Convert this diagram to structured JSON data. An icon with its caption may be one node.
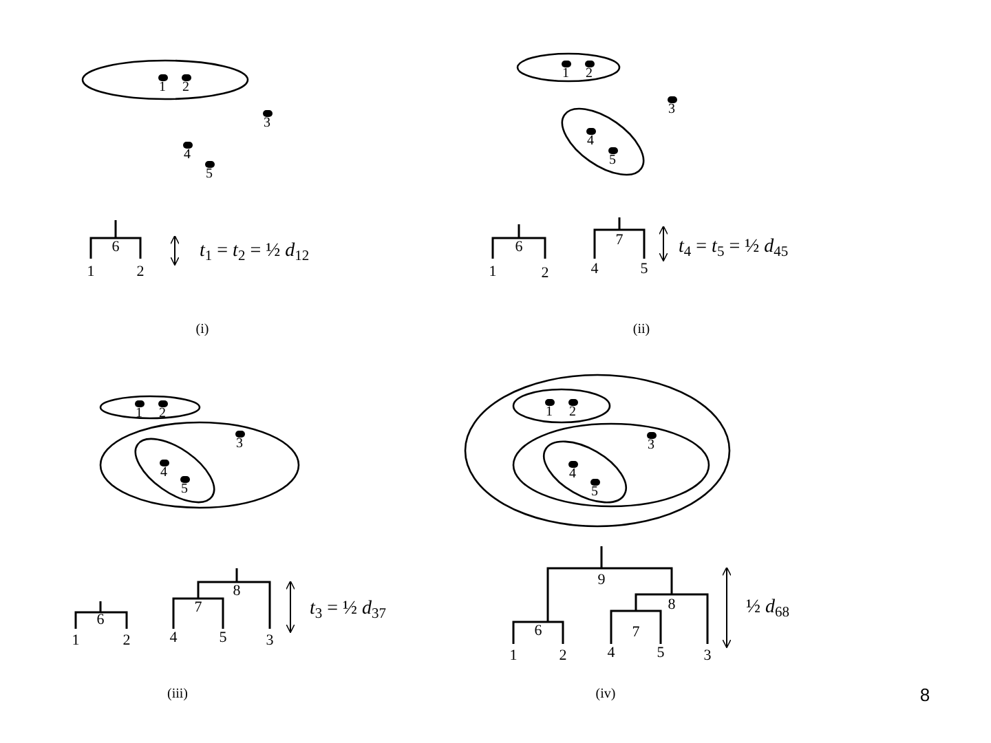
{
  "diagram": {
    "nodes": [
      {
        "text": [],
        "shape": "ellipse"
      },
      {
        "text": [
          "1"
        ],
        "in": 0
      },
      {
        "text": [
          "2"
        ],
        "in": 0
      },
      {
        "text": [
          "3"
        ]
      },
      {
        "text": [
          "4"
        ]
      },
      {
        "text": [
          "5"
        ]
      },
      {
        "text": [],
        "shape": "ellipse"
      },
      {
        "text": [
          "1"
        ],
        "in": 6
      },
      {
        "text": [
          "2"
        ],
        "in": 6
      },
      {
        "text": [
          "3"
        ]
      },
      {
        "text": [],
        "shape": "ellipse"
      },
      {
        "text": [
          "4"
        ],
        "in": 10
      },
      {
        "text": [
          "5"
        ],
        "in": 10
      },
      {
        "text": [],
        "shape": "ellipse"
      },
      {
        "text": [
          "1"
        ],
        "in": 13
      },
      {
        "text": [
          "2"
        ],
        "in": 13
      },
      {
        "text": [],
        "shape": "ellipse"
      },
      {
        "text": [
          "3"
        ],
        "in": 16
      },
      {
        "text": [],
        "shape": "ellipse",
        "in": 16
      },
      {
        "text": [
          "4"
        ],
        "in": 18
      },
      {
        "text": [
          "5"
        ],
        "in": 18
      },
      {
        "text": [],
        "shape": "ellipse"
      },
      {
        "text": [],
        "shape": "ellipse",
        "in": 21
      },
      {
        "text": [
          "1"
        ],
        "in": 22
      },
      {
        "text": [
          "2"
        ],
        "in": 22
      },
      {
        "text": [],
        "shape": "ellipse",
        "in": 21
      },
      {
        "text": [
          "3"
        ],
        "in": 25
      },
      {
        "text": [],
        "shape": "ellipse",
        "in": 25
      },
      {
        "text": [
          "4"
        ],
        "in": 27
      },
      {
        "text": [
          "5"
        ],
        "in": 27
      }
    ],
    "labels": [
      "6",
      "1",
      "2",
      "*t*$_{1}$ = *t*$_{2}$ = ½ *d*$_{12}$",
      "(i)",
      "6",
      "1",
      "2",
      "7",
      "4",
      "5",
      "*t*$_{4}$ = *t*$_{5}$ = ½ *d*$_{45}$",
      "(ii)",
      "6",
      "1",
      "2",
      "8",
      "7",
      "4",
      "5",
      "3",
      "*t*$_{3}$ = ½ *d*$_{37}$",
      "(iii)",
      "9",
      "6",
      "8",
      "7",
      "1",
      "2",
      "4",
      "5",
      "3",
      "½ *d*$_{68}$",
      "(iv)",
      "8"
    ]
  }
}
